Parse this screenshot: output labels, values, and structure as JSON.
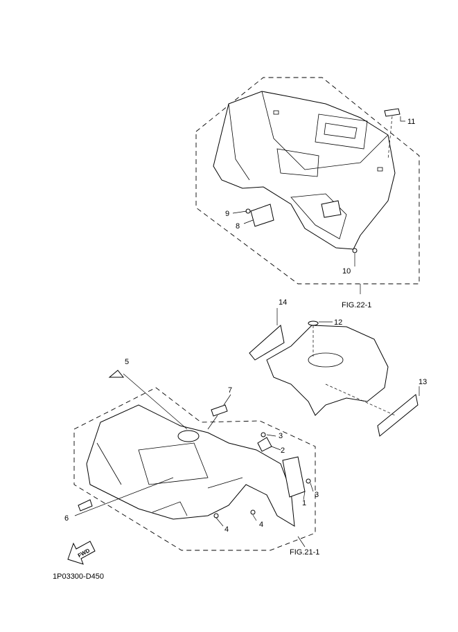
{
  "diagram": {
    "code": "1P03300-D450",
    "fwd_label": "FWD",
    "figures": {
      "rear": "FIG.22-1",
      "front": "FIG.21-1"
    },
    "callouts": {
      "c1": "1",
      "c2": "2",
      "c3a": "3",
      "c3b": "3",
      "c4a": "4",
      "c4b": "4",
      "c5": "5",
      "c6": "6",
      "c7": "7",
      "c8": "8",
      "c9": "9",
      "c10": "10",
      "c11": "11",
      "c12": "12",
      "c13": "13",
      "c14": "14"
    }
  }
}
